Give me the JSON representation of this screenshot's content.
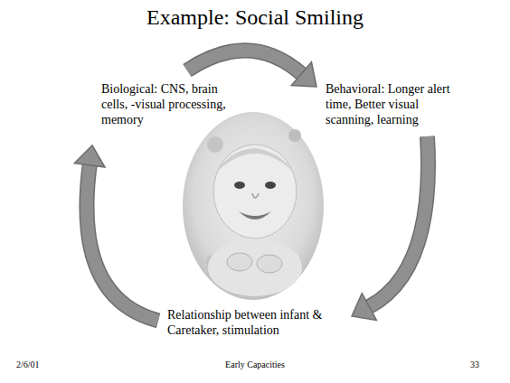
{
  "diagram": {
    "title": "Example: Social Smiling",
    "nodes": [
      {
        "text": [
          "Biological: CNS, brain cells, -visual processing, memory"
        ]
      },
      {
        "text": [
          "Behavioral: Longer alert time, Better visual scanning, learning"
        ]
      },
      {
        "text": [
          "Relationship between infant & Caretaker, stimulation"
        ]
      }
    ],
    "edges": [
      {
        "from": 0,
        "to": 1,
        "arrow": "to"
      },
      {
        "from": 1,
        "to": 2,
        "arrow": "to"
      },
      {
        "from": 2,
        "to": 0,
        "arrow": "to"
      }
    ],
    "labels": [
      "2/6/01",
      "Early Capacities",
      "33"
    ]
  }
}
